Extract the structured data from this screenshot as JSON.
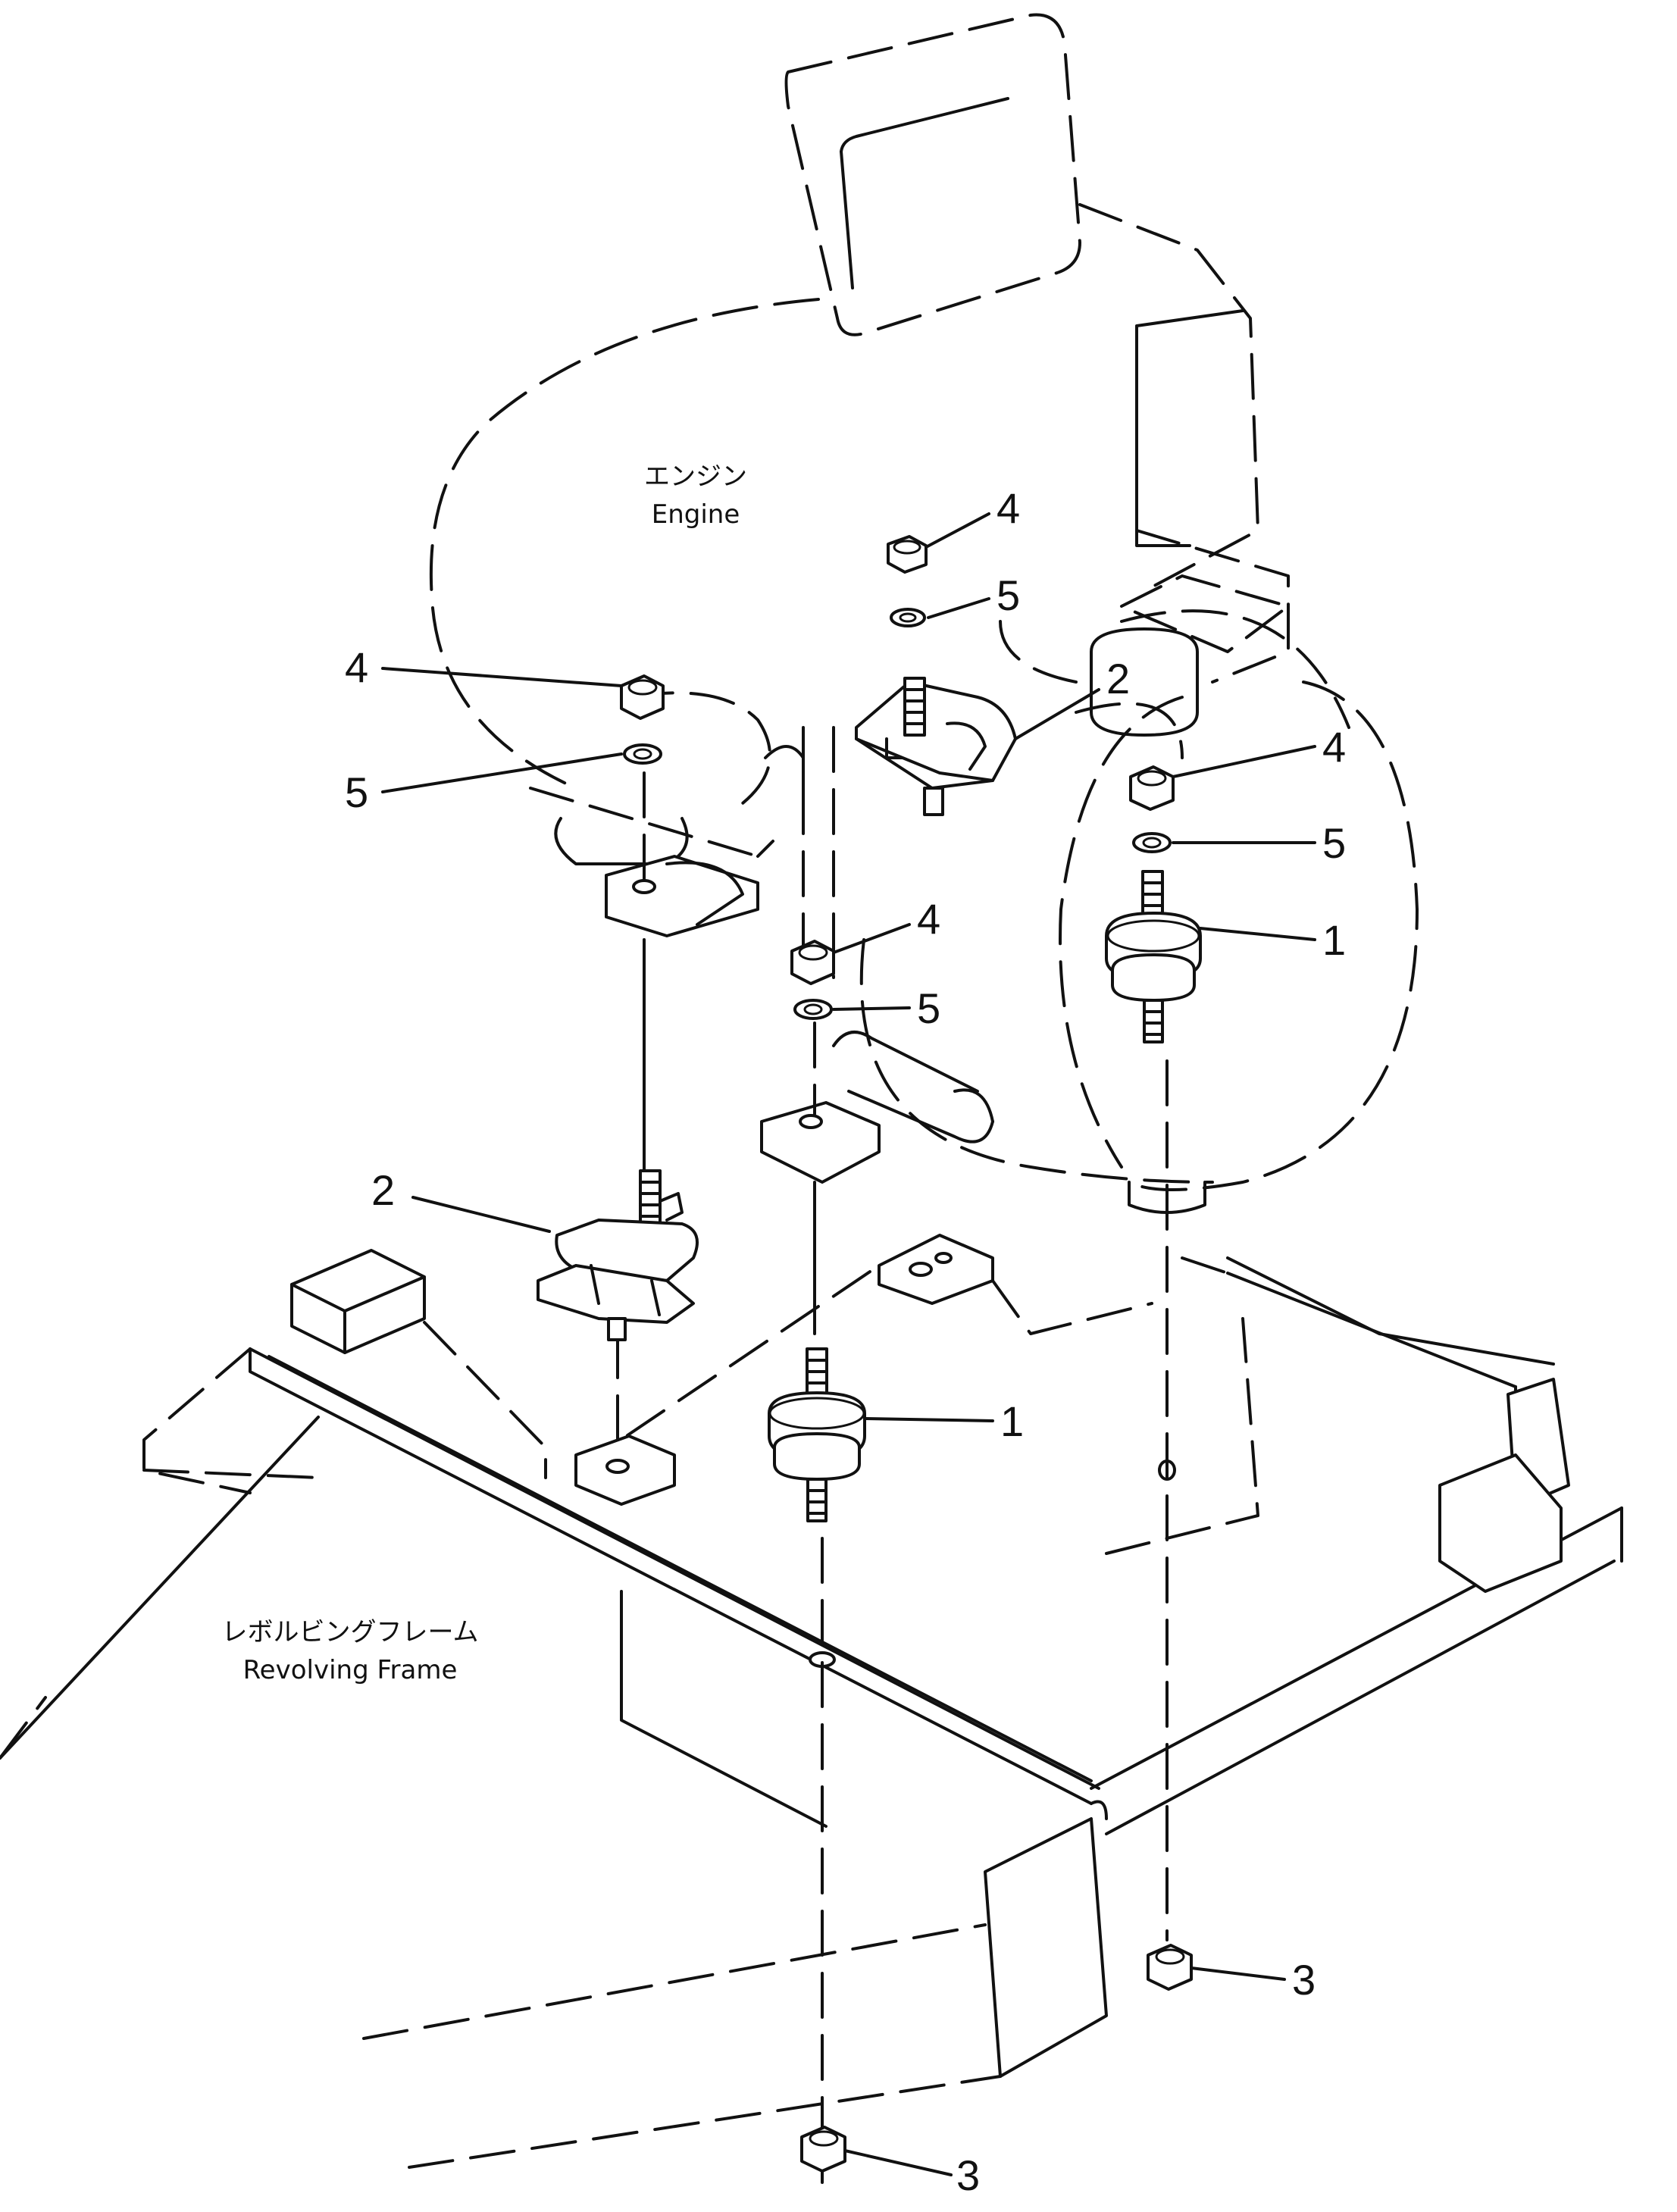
{
  "labels": {
    "engine_jp": "エンジン",
    "engine_en": "Engine",
    "frame_jp": "レボルビングフレーム",
    "frame_en": "Revolving Frame"
  },
  "callouts": [
    {
      "id": "c-4-top",
      "number": "4"
    },
    {
      "id": "c-5-top",
      "number": "5"
    },
    {
      "id": "c-2-top",
      "number": "2"
    },
    {
      "id": "c-4-left",
      "number": "4"
    },
    {
      "id": "c-5-left",
      "number": "5"
    },
    {
      "id": "c-4-right",
      "number": "4"
    },
    {
      "id": "c-5-right",
      "number": "5"
    },
    {
      "id": "c-1-right",
      "number": "1"
    },
    {
      "id": "c-4-mid",
      "number": "4"
    },
    {
      "id": "c-5-mid",
      "number": "5"
    },
    {
      "id": "c-2-left",
      "number": "2"
    },
    {
      "id": "c-1-mid",
      "number": "1"
    },
    {
      "id": "c-3-right",
      "number": "3"
    },
    {
      "id": "c-3-bottom",
      "number": "3"
    }
  ]
}
